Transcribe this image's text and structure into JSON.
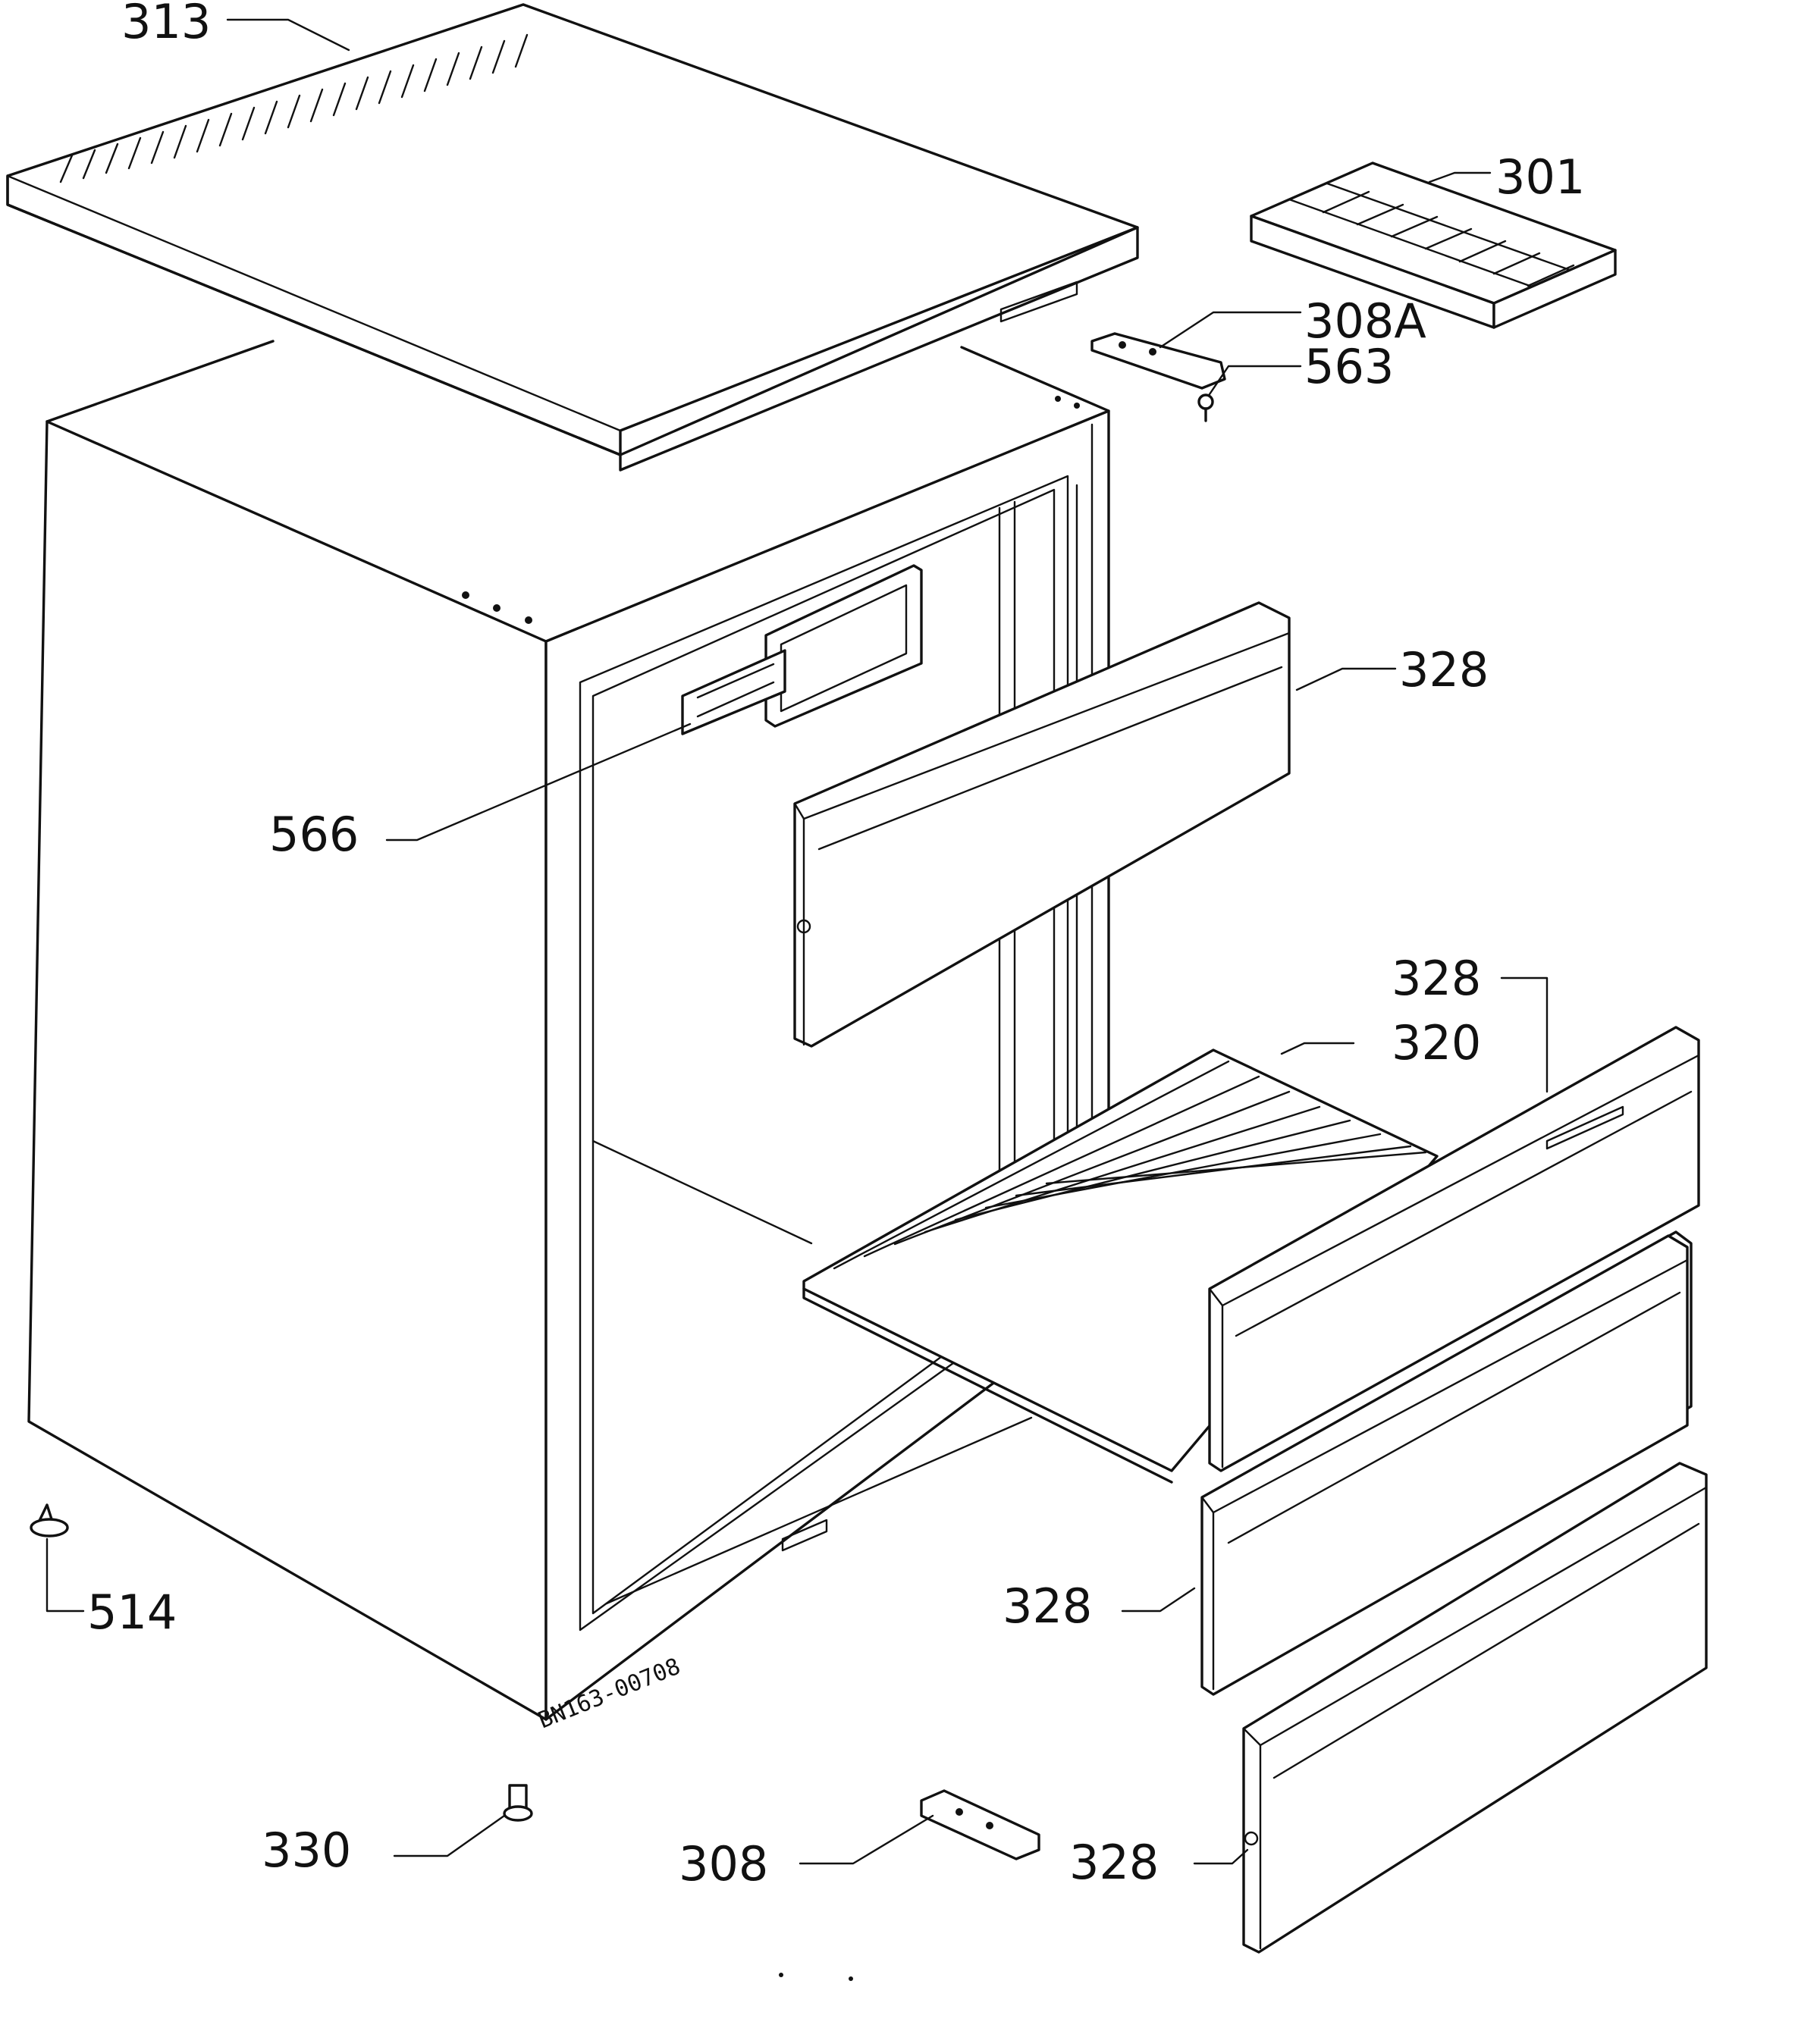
{
  "callouts": [
    {
      "id": "c313",
      "text": "313",
      "part": "top-cover"
    },
    {
      "id": "c301",
      "text": "301",
      "part": "ice-cube-tray"
    },
    {
      "id": "c308a",
      "text": "308A",
      "part": "hinge-bracket-upper"
    },
    {
      "id": "c563",
      "text": "563",
      "part": "screw"
    },
    {
      "id": "c328a",
      "text": "328",
      "part": "drawer-front-upper"
    },
    {
      "id": "c566",
      "text": "566",
      "part": "thermostat-knob"
    },
    {
      "id": "c328b",
      "text": "328",
      "part": "drawer-front-right"
    },
    {
      "id": "c320",
      "text": "320",
      "part": "wire-shelf"
    },
    {
      "id": "c328c",
      "text": "328",
      "part": "drawer-front-lower-middle"
    },
    {
      "id": "c514",
      "text": "514",
      "part": "foot"
    },
    {
      "id": "c330",
      "text": "330",
      "part": "adjustable-foot"
    },
    {
      "id": "c308",
      "text": "308",
      "part": "hinge-bracket-lower"
    },
    {
      "id": "c328d",
      "text": "328",
      "part": "drawer-front-bottom"
    }
  ],
  "drawing_number": "BN163-00708"
}
